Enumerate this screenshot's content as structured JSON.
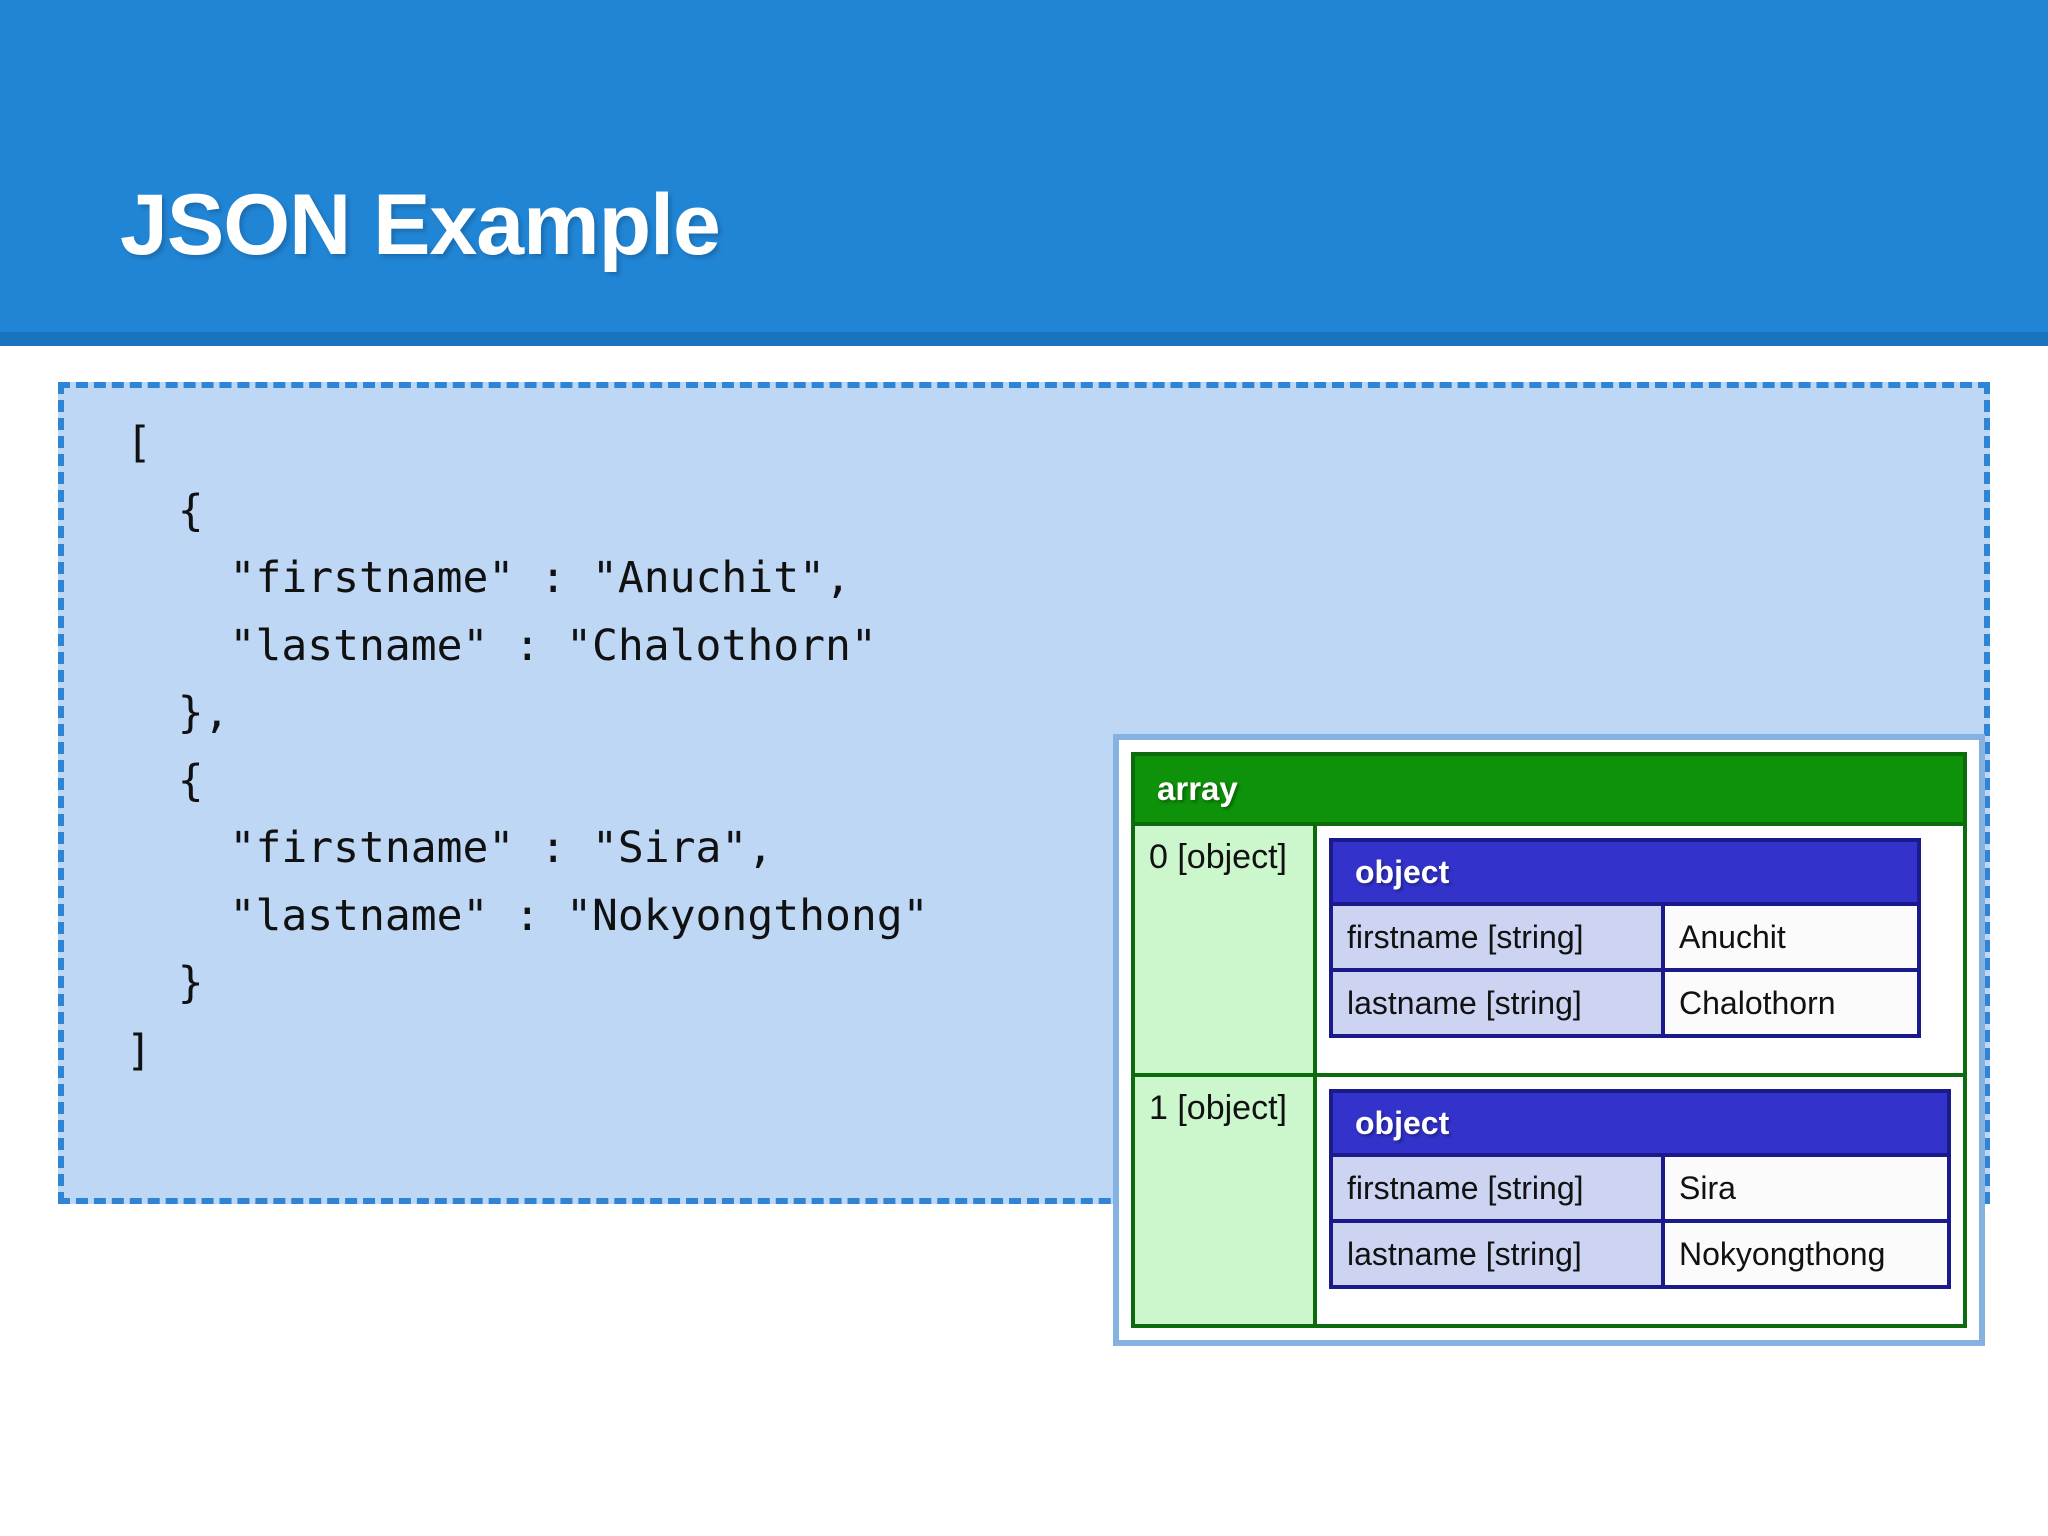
{
  "slide": {
    "title": "JSON Example",
    "header_bg": "#2185d5",
    "header_underline": "#1a74bd",
    "title_color": "#ffffff"
  },
  "code_panel": {
    "background": "#bdd7f5",
    "border_color": "#2f84d4",
    "border_style": "dashed",
    "code": "[\n  {\n    \"firstname\" : \"Anuchit\",\n    \"lastname\" : \"Chalothorn\"\n  },\n  {\n    \"firstname\" : \"Sira\",\n    \"lastname\" : \"Nokyongthong\"\n  }\n]"
  },
  "tree_diagram": {
    "frame_border_color": "#84b3e2",
    "array_label": "array",
    "array_header_bg": "#0e9209",
    "array_border_color": "#0c6b0c",
    "index_cell_bg": "#ccf6cc",
    "object_label": "object",
    "object_header_bg": "#3333cc",
    "object_border_color": "#1a1a8c",
    "object_key_bg": "#ccd4f2",
    "items": [
      {
        "index_label": "0 [object]",
        "object_label": "object",
        "rows": [
          {
            "key": "firstname [string]",
            "value": "Anuchit"
          },
          {
            "key": "lastname [string]",
            "value": "Chalothorn"
          }
        ]
      },
      {
        "index_label": "1 [object]",
        "object_label": "object",
        "rows": [
          {
            "key": "firstname [string]",
            "value": "Sira"
          },
          {
            "key": "lastname [string]",
            "value": "Nokyongthong"
          }
        ]
      }
    ]
  }
}
